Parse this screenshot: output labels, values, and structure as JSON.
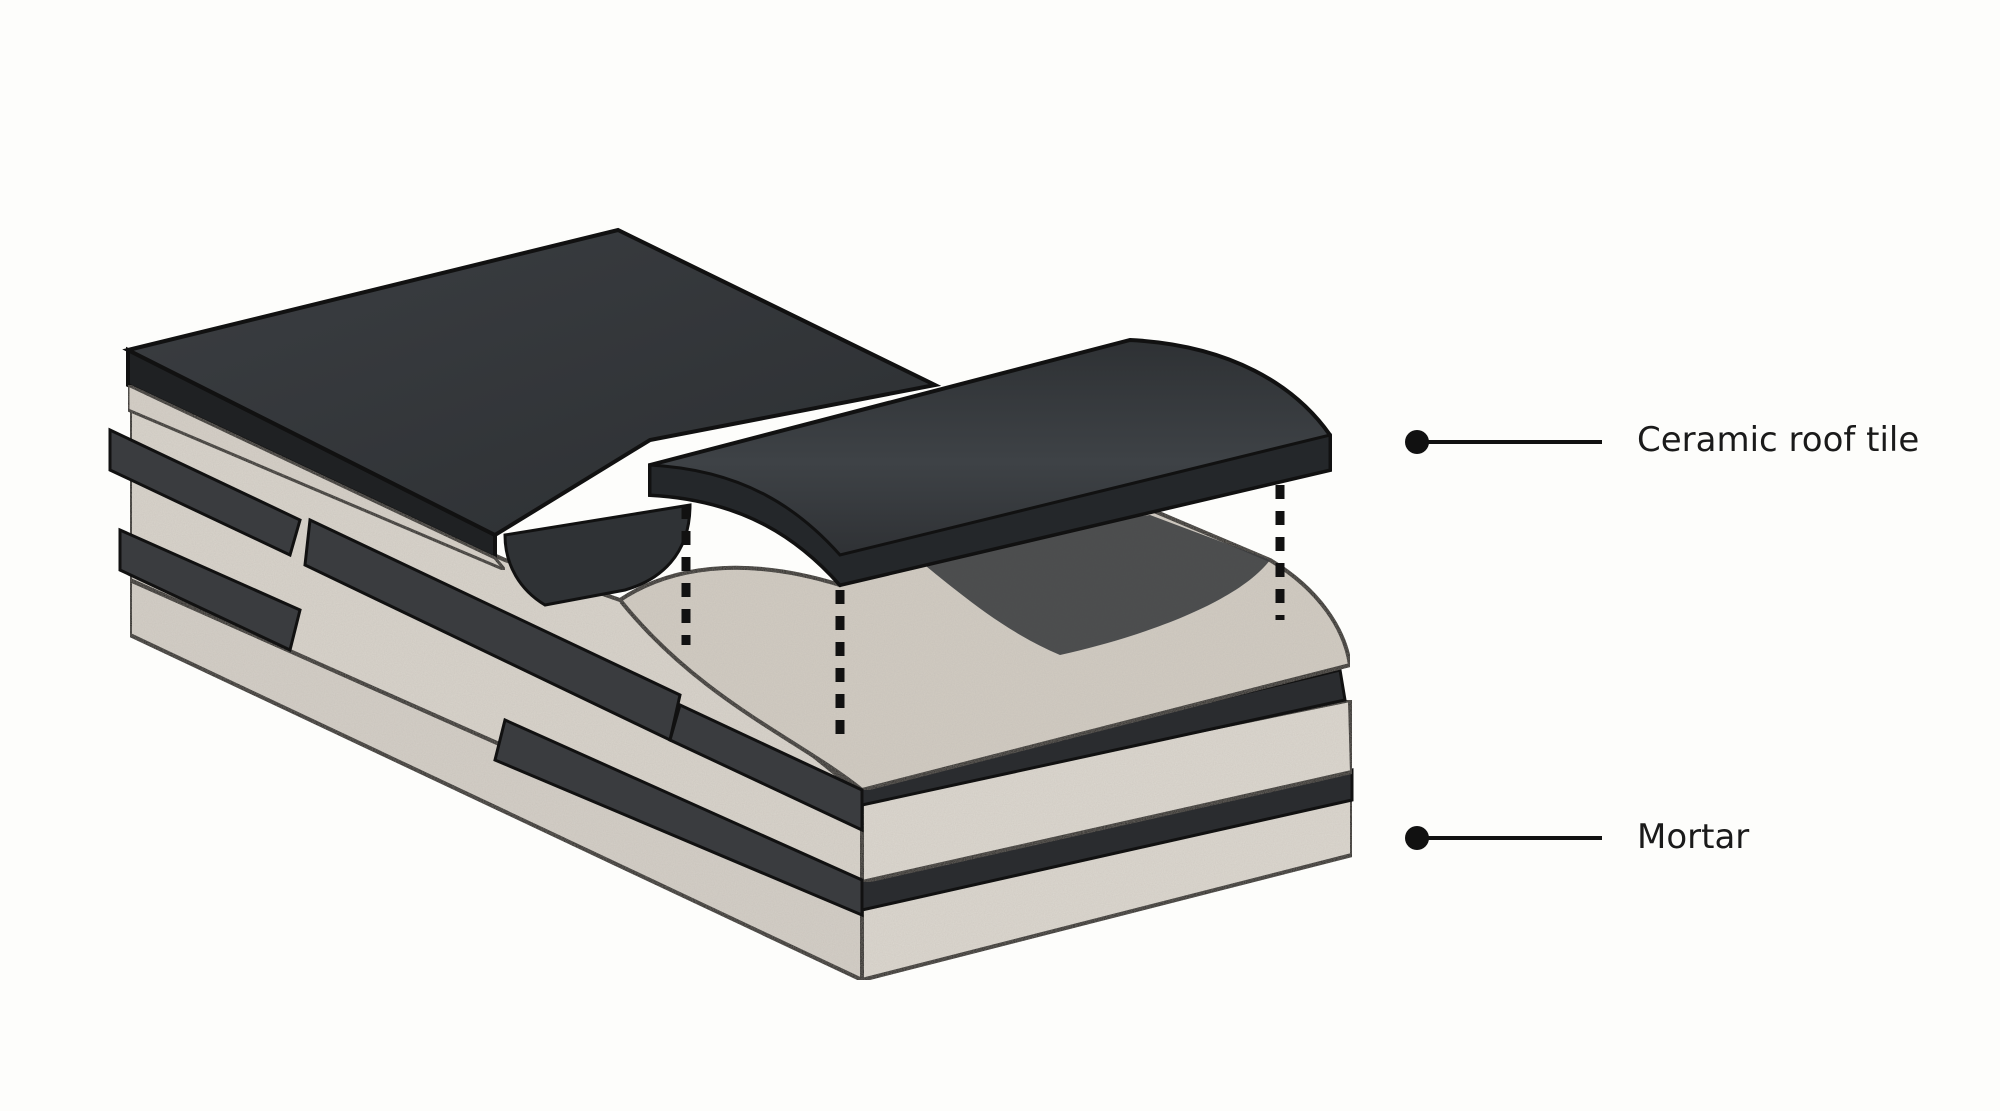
{
  "colors": {
    "background": "#fdfdfb",
    "tile_top": "#34373a",
    "tile_edge": "#1f2123",
    "mortar_face": "#ddd8d0",
    "mortar_shade": "#c9c3ba",
    "outline": "#111111",
    "callout": "#111111"
  },
  "callouts": [
    {
      "id": "ceramic-roof-tile",
      "label": "Ceramic roof tile"
    },
    {
      "id": "mortar",
      "label": "Mortar"
    }
  ]
}
